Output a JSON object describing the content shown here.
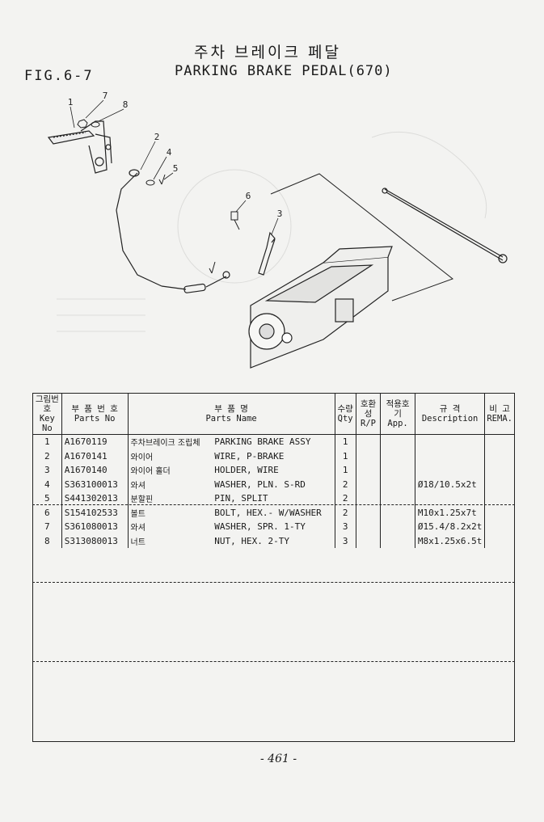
{
  "header": {
    "title_ko": "주차 브레이크 페달",
    "fig_label": "FIG.6-7",
    "title_en": "PARKING BRAKE PEDAL(670)"
  },
  "callouts": [
    "1",
    "7",
    "8",
    "2",
    "4",
    "5",
    "6",
    "3"
  ],
  "table": {
    "headers": {
      "key_ko": "그림번호",
      "key_en": "Key No",
      "pno_ko": "부 품 번 호",
      "pno_en": "Parts No",
      "name_ko": "부 품 명",
      "name_en": "Parts Name",
      "qty_ko": "수량",
      "qty_en": "Qty",
      "rp_ko": "호환성",
      "rp_en": "R/P",
      "app_ko": "적용호기",
      "app_en": "App.",
      "desc_ko": "규 격",
      "desc_en": "Description",
      "rem_ko": "비 고",
      "rem_en": "REMA."
    },
    "rows": [
      {
        "key": "1",
        "pno": "A1670119",
        "name_ko": "주차브레이크 조립체",
        "name": "PARKING BRAKE ASSY",
        "qty": "1",
        "desc": ""
      },
      {
        "key": "2",
        "pno": "A1670141",
        "name_ko": "와이어",
        "name": "WIRE, P-BRAKE",
        "qty": "1",
        "desc": ""
      },
      {
        "key": "3",
        "pno": "A1670140",
        "name_ko": "와이어 홀더",
        "name": "HOLDER, WIRE",
        "qty": "1",
        "desc": ""
      },
      {
        "key": "4",
        "pno": "S363100013",
        "name_ko": "와셔",
        "name": "WASHER, PLN. S-RD",
        "qty": "2",
        "desc": "Ø18/10.5x2t"
      },
      {
        "key": "5",
        "pno": "S441302013",
        "name_ko": "분할핀",
        "name": "PIN, SPLIT",
        "qty": "2",
        "desc": ""
      },
      {
        "key": "6",
        "pno": "S154102533",
        "name_ko": "볼트",
        "name": "BOLT, HEX.- W/WASHER",
        "qty": "2",
        "desc": "M10x1.25x7t"
      },
      {
        "key": "7",
        "pno": "S361080013",
        "name_ko": "와셔",
        "name": "WASHER, SPR. 1-TY",
        "qty": "3",
        "desc": "Ø15.4/8.2x2t"
      },
      {
        "key": "8",
        "pno": "S313080013",
        "name_ko": "너트",
        "name": "NUT, HEX. 2-TY",
        "qty": "3",
        "desc": "M8x1.25x6.5t"
      }
    ]
  },
  "footer": {
    "page": "- 461 -"
  }
}
